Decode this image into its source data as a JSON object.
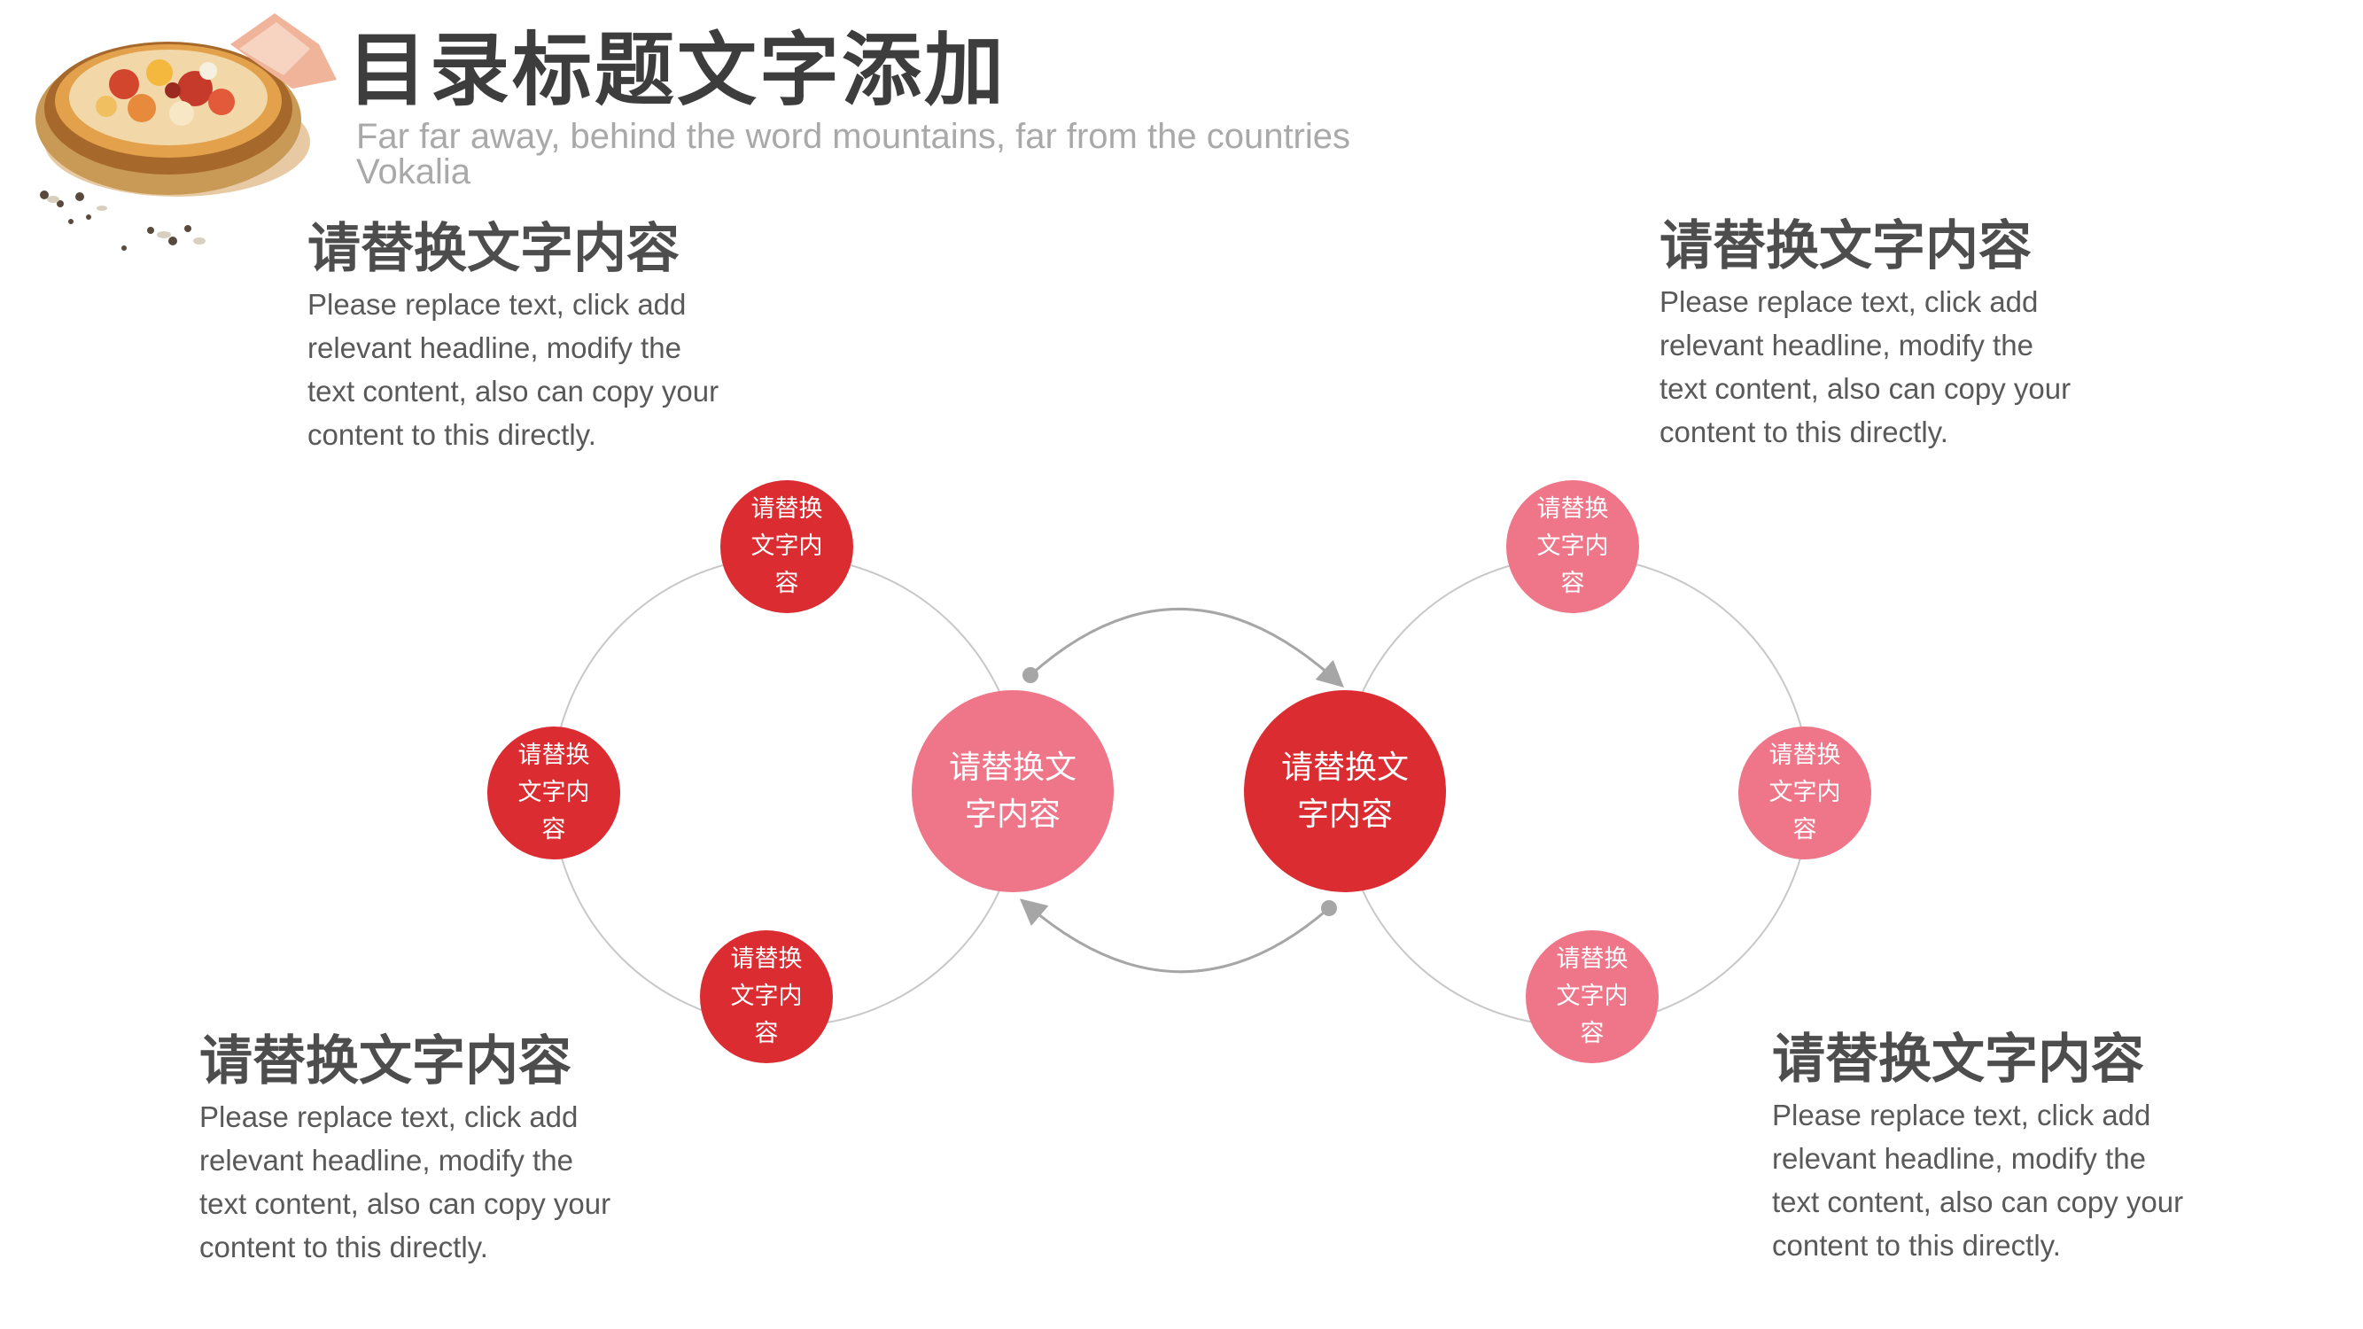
{
  "header": {
    "title": "目录标题文字添加",
    "subtitle": "Far far away, behind the word mountains, far from the countries Vokalia"
  },
  "blocks": {
    "top_left": {
      "heading": "请替换文字内容",
      "body": "Please replace text, click add relevant headline, modify the text content, also can copy your content to this directly."
    },
    "top_right": {
      "heading": "请替换文字内容",
      "body": "Please replace text, click add relevant headline, modify the text content, also can copy your content to this directly."
    },
    "bottom_left": {
      "heading": "请替换文字内容",
      "body": "Please replace text, click add relevant headline, modify the text content, also can copy your content to this directly."
    },
    "bottom_right": {
      "heading": "请替换文字内容",
      "body": "Please replace text, click add relevant headline, modify the text content, also can copy your content to this directly."
    }
  },
  "diagram": {
    "left_center": "请替换文字内容",
    "right_center": "请替换文字内容",
    "left_nodes": [
      "请替换文字内容",
      "请替换文字内容",
      "请替换文字内容"
    ],
    "right_nodes": [
      "请替换文字内容",
      "请替换文字内容",
      "请替换文字内容"
    ]
  },
  "colors": {
    "red": "#DB2C32",
    "pink": "#EE7688",
    "ring": "#C8C8C8",
    "arrow": "#A6A6A6"
  },
  "icons": {
    "decoration": "food-bowl-icon"
  }
}
